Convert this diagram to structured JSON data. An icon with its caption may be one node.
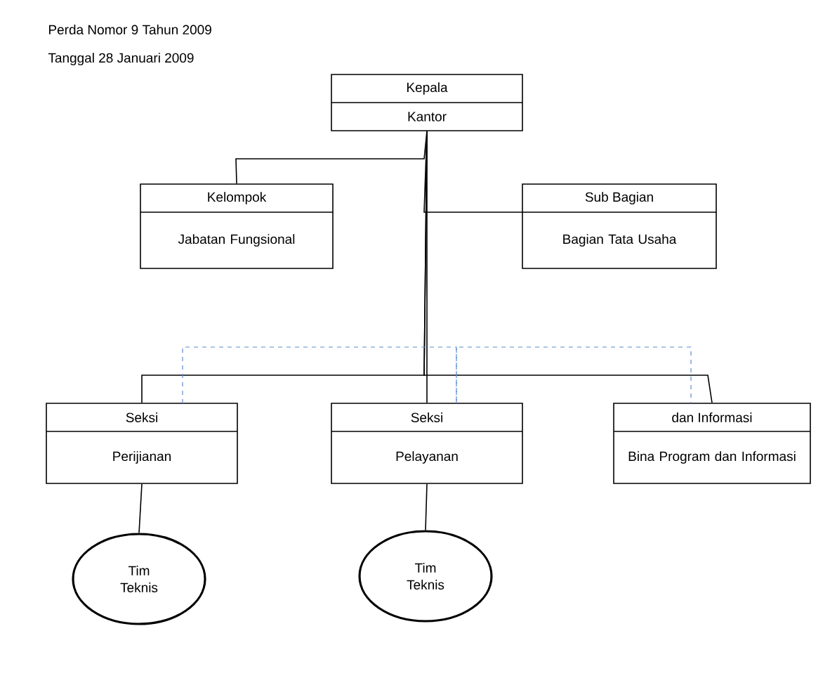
{
  "diagram": {
    "nodes": [
      {
        "text": [
          "Kepala",
          "Kantor"
        ]
      },
      {
        "text": [
          "Kelompok",
          "Jabatan Fungsional"
        ]
      },
      {
        "text": [
          "Sub Bagian",
          "Bagian Tata Usaha"
        ]
      },
      {
        "text": [
          "Seksi",
          "Perijianan"
        ]
      },
      {
        "text": [
          "Seksi",
          "Pelayanan"
        ]
      },
      {
        "text": [
          "dan Informasi",
          "Bina Program dan Informasi"
        ]
      },
      {
        "text": [
          "Tim Teknis"
        ]
      },
      {
        "text": [
          "Tim Teknis"
        ]
      }
    ],
    "edges": [
      {
        "from": 0,
        "to": 1,
        "arrow": "none"
      },
      {
        "from": 0,
        "to": 2,
        "arrow": "none"
      },
      {
        "from": 0,
        "to": 3,
        "arrow": "none"
      },
      {
        "from": 0,
        "to": 4,
        "arrow": "none"
      },
      {
        "from": 0,
        "to": 5,
        "arrow": "none"
      },
      {
        "from": 3,
        "to": 6,
        "arrow": "none"
      },
      {
        "from": 4,
        "to": 7,
        "arrow": "none"
      },
      {
        "from": 3,
        "to": 4,
        "arrow": "none",
        "style": "dashed",
        "color": "#5b8bd0"
      },
      {
        "from": 4,
        "to": 5,
        "arrow": "none",
        "style": "dashed",
        "color": "#5b8bd0"
      }
    ],
    "labels": [
      "Perda Nomor 9 Tahun 2009",
      "Tanggal 28 Januari 2009"
    ]
  }
}
